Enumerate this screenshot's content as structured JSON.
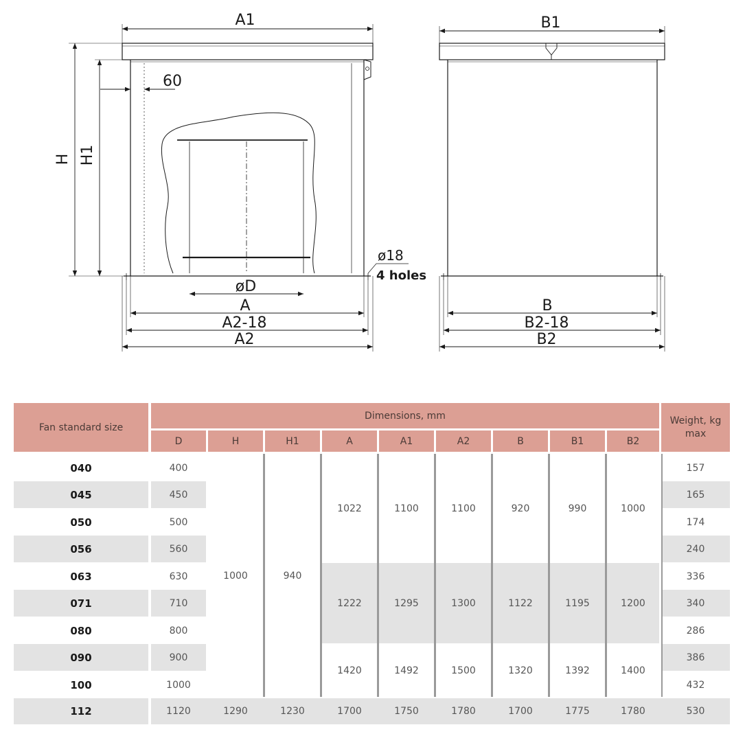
{
  "drawing": {
    "labels": {
      "a1": "A1",
      "b1": "B1",
      "h": "H",
      "h1": "H1",
      "sixty": "60",
      "phi_d": "øD",
      "a": "A",
      "a2_18": "A2-18",
      "a2": "A2",
      "b": "B",
      "b2_18": "B2-18",
      "b2": "B2",
      "phi18": "ø18",
      "holes": "4 holes"
    }
  },
  "table": {
    "size_header": "Fan standard size",
    "dimensions_header": "Dimensions, mm",
    "weight_header_line1": "Weight, kg",
    "weight_header_line2": "max",
    "columns": [
      "D",
      "H",
      "H1",
      "A",
      "A1",
      "A2",
      "B",
      "B1",
      "B2"
    ],
    "rows": [
      {
        "size": "040",
        "D": "400",
        "weight": "157"
      },
      {
        "size": "045",
        "D": "450",
        "weight": "165"
      },
      {
        "size": "050",
        "D": "500",
        "weight": "174"
      },
      {
        "size": "056",
        "D": "560",
        "weight": "240"
      },
      {
        "size": "063",
        "D": "630",
        "weight": "336"
      },
      {
        "size": "071",
        "D": "710",
        "weight": "340"
      },
      {
        "size": "080",
        "D": "800",
        "weight": "286"
      },
      {
        "size": "090",
        "D": "900",
        "weight": "386"
      },
      {
        "size": "100",
        "D": "1000",
        "weight": "432"
      },
      {
        "size": "112",
        "D": "1120",
        "weight": "530"
      }
    ],
    "h_common": {
      "H": "1000",
      "H1": "940"
    },
    "groups": [
      {
        "A": "1022",
        "A1": "1100",
        "A2": "1100",
        "B": "920",
        "B1": "990",
        "B2": "1000"
      },
      {
        "A": "1222",
        "A1": "1295",
        "A2": "1300",
        "B": "1122",
        "B1": "1195",
        "B2": "1200"
      },
      {
        "A": "1420",
        "A1": "1492",
        "A2": "1500",
        "B": "1320",
        "B1": "1392",
        "B2": "1400"
      }
    ],
    "row_112": {
      "H": "1290",
      "H1": "1230",
      "A": "1700",
      "A1": "1750",
      "A2": "1780",
      "B": "1700",
      "B1": "1775",
      "B2": "1780"
    },
    "colors": {
      "header": "#dc9f94",
      "gray_band": "#e3e3e3",
      "divider": "#9a9a9a"
    }
  }
}
